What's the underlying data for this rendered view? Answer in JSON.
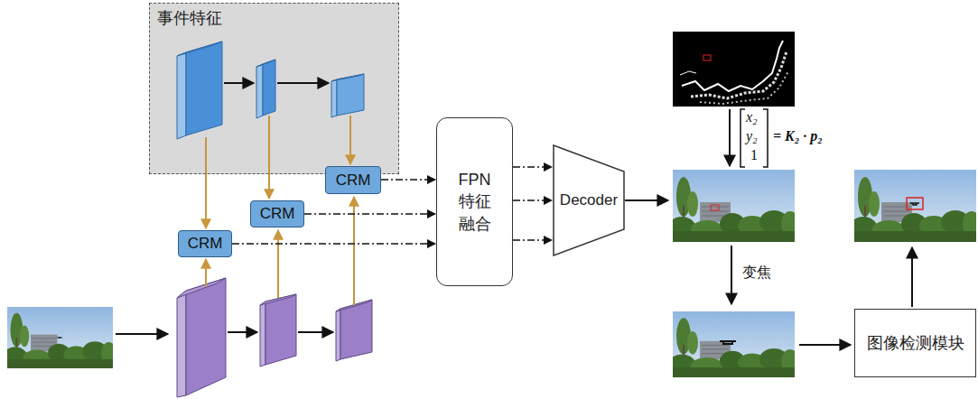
{
  "diagram": {
    "nodes": [
      {
        "text": [
          "事件特征"
        ]
      },
      {
        "text": [
          "CRM"
        ]
      },
      {
        "text": [
          "CRM"
        ]
      },
      {
        "text": [
          "CRM"
        ]
      },
      {
        "text": [
          "FPN 特征 融合"
        ]
      },
      {
        "text": [
          "Decoder"
        ]
      },
      {
        "text": [
          "图像检测模块"
        ]
      }
    ],
    "edges": [
      {
        "from": 1,
        "to": 4,
        "arrow": "to"
      },
      {
        "from": 2,
        "to": 4,
        "arrow": "to"
      },
      {
        "from": 3,
        "to": 4,
        "arrow": "to"
      },
      {
        "from": 4,
        "to": 5,
        "arrow": "to"
      },
      {
        "from": 4,
        "to": 5,
        "arrow": "to"
      },
      {
        "from": 4,
        "to": 5,
        "arrow": "to"
      }
    ],
    "labels": [
      "x₂",
      "y₂",
      "1",
      "= K₂ · p₂",
      "变焦"
    ]
  }
}
